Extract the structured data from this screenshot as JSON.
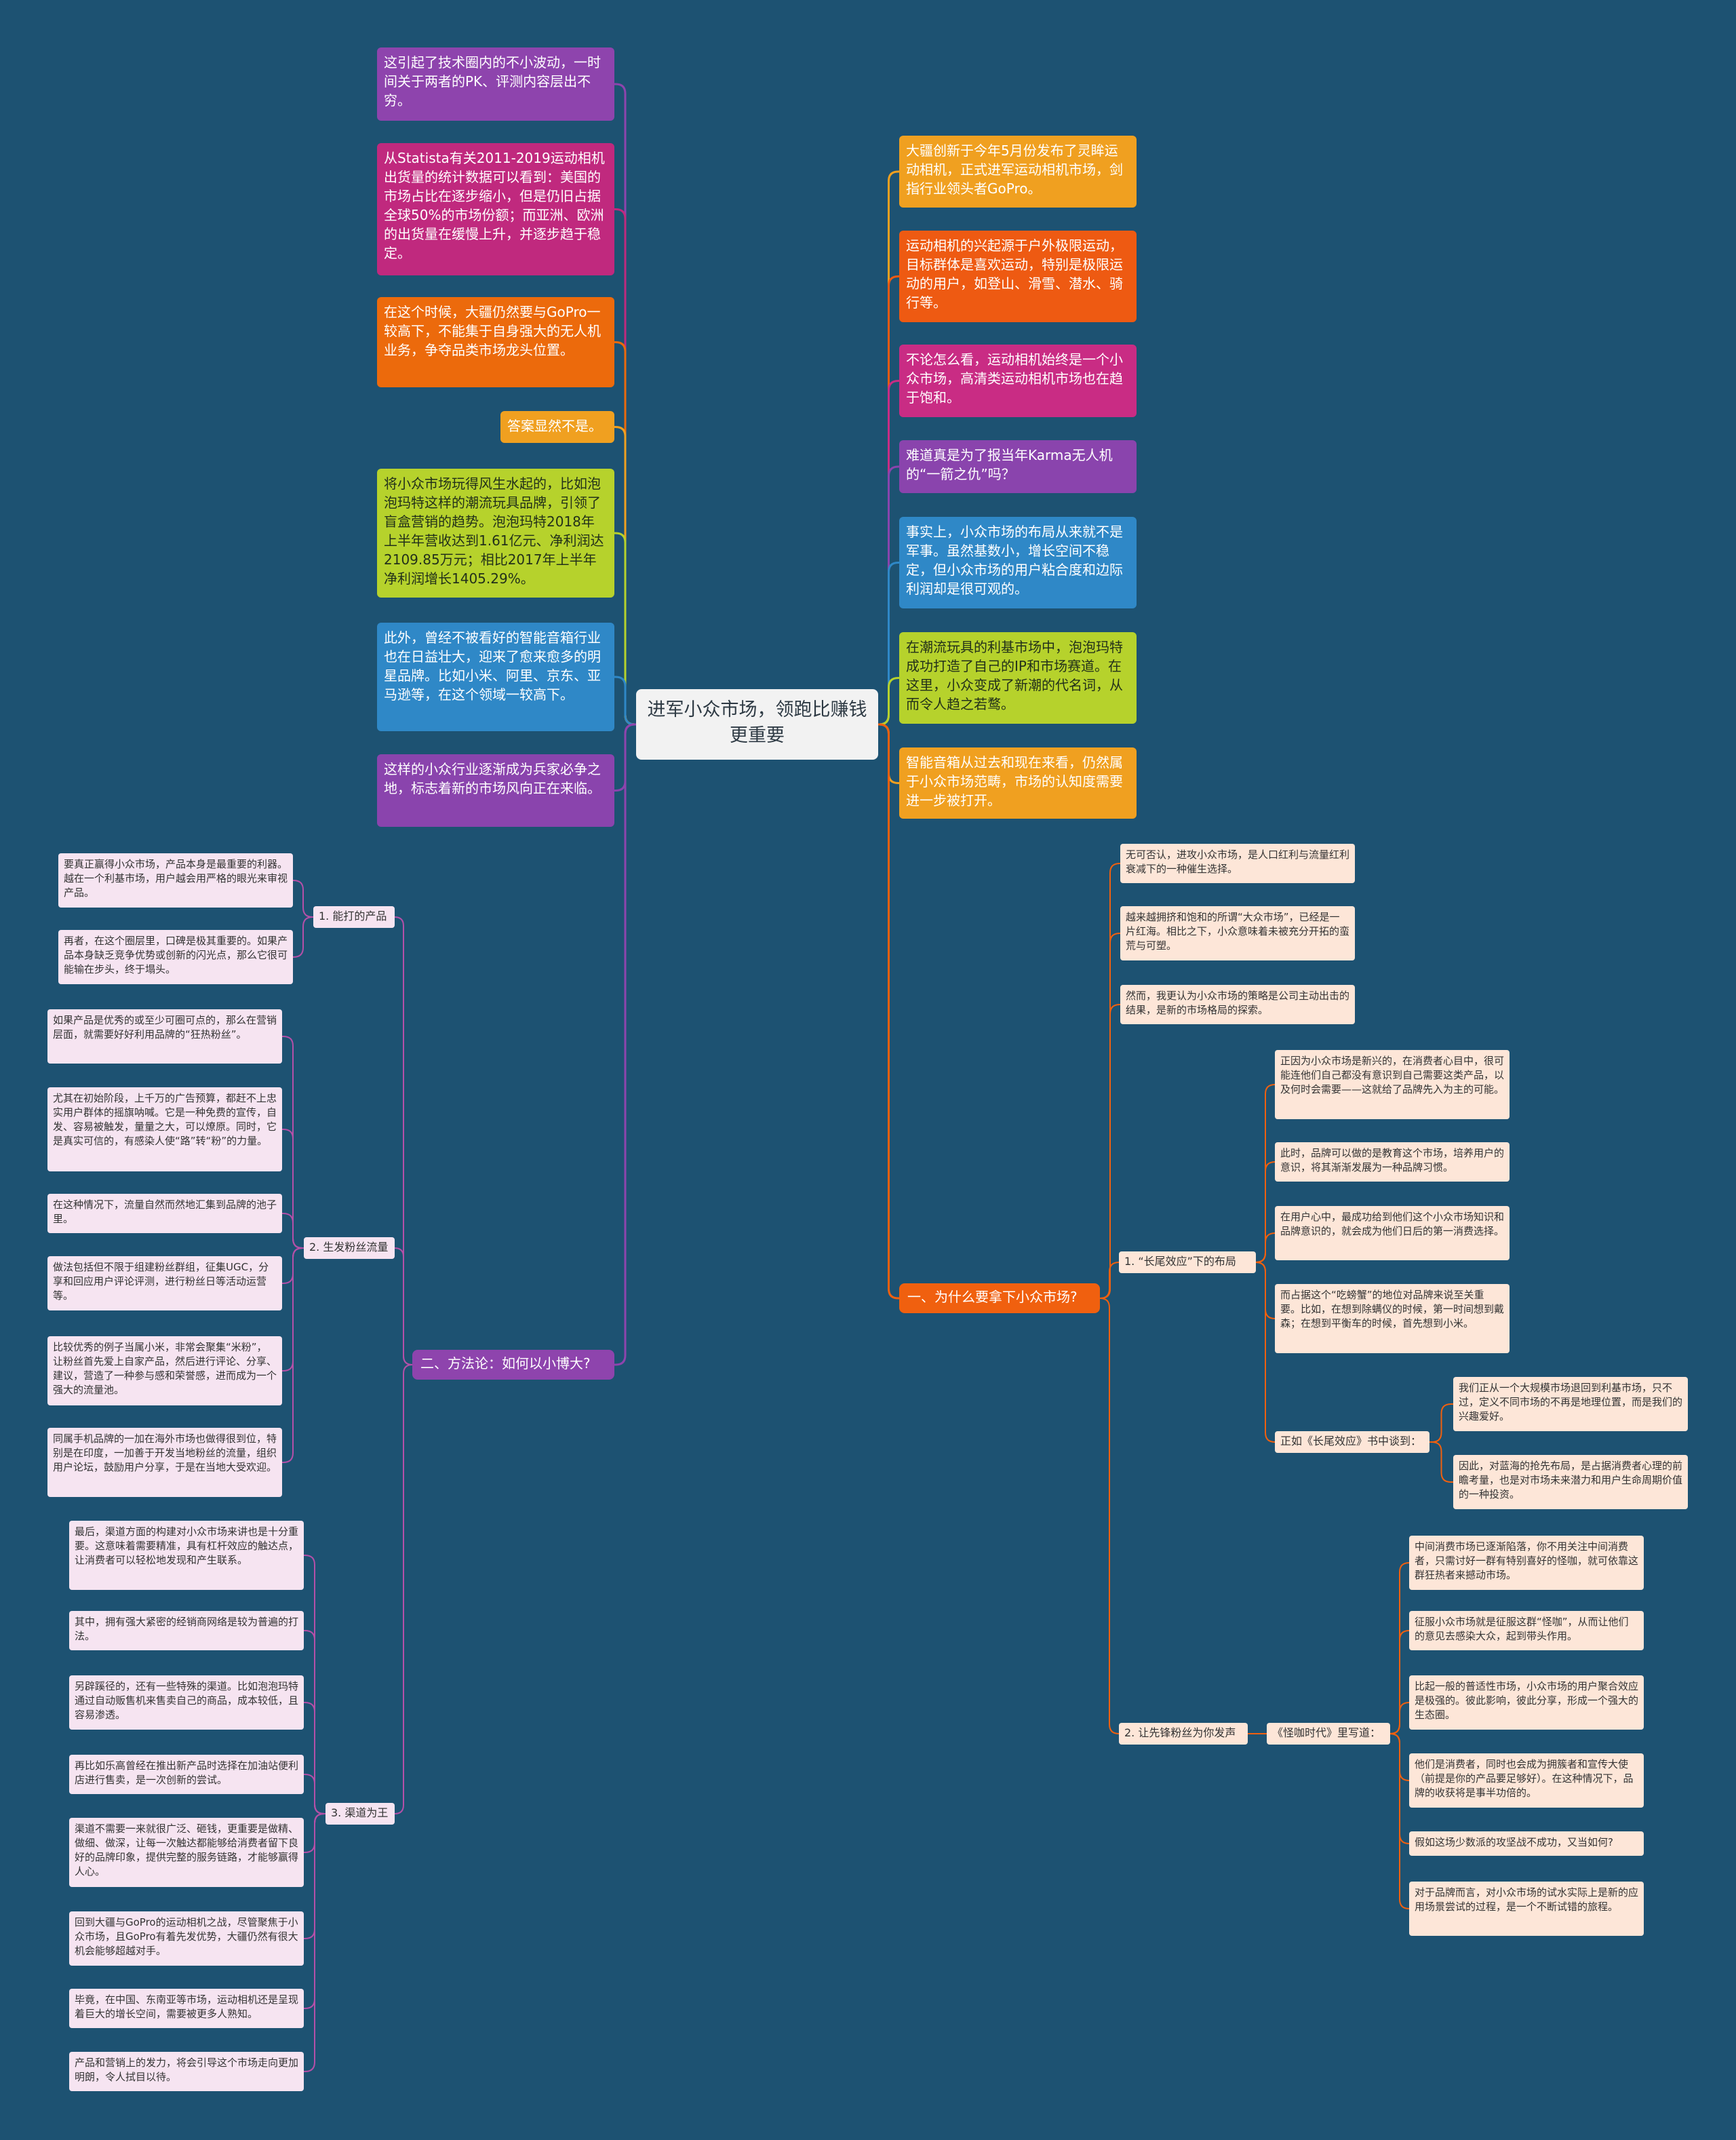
{
  "center": "进军小众市场，领跑比赚钱更重要",
  "left_top": [
    "这引起了技术圈内的不小波动，一时间关于两者的PK、评测内容层出不穷。",
    "从Statista有关2011-2019运动相机出货量的统计数据可以看到：美国的市场占比在逐步缩小，但是仍旧占据全球50%的市场份额；而亚洲、欧洲的出货量在缓慢上升，并逐步趋于稳定。",
    "在这个时候，大疆仍然要与GoPro一较高下，不能集于自身强大的无人机业务，争夺品类市场龙头位置。",
    "答案显然不是。",
    "将小众市场玩得风生水起的，比如泡泡玛特这样的潮流玩具品牌，引领了盲盒营销的趋势。泡泡玛特2018年上半年营收达到1.61亿元、净利润达2109.85万元；相比2017年上半年净利润增长1405.29%。",
    "此外，曾经不被看好的智能音箱行业也在日益壮大，迎来了愈来愈多的明星品牌。比如小米、阿里、京东、亚马逊等，在这个领域一较高下。",
    "这样的小众行业逐渐成为兵家必争之地，标志着新的市场风向正在来临。"
  ],
  "right_top": [
    "大疆创新于今年5月份发布了灵眸运动相机，正式进军运动相机市场，剑指行业领头者GoPro。",
    "运动相机的兴起源于户外极限运动，目标群体是喜欢运动，特别是极限运动的用户，如登山、滑雪、潜水、骑行等。",
    "不论怎么看，运动相机始终是一个小众市场，高清类运动相机市场也在趋于饱和。",
    "难道真是为了报当年Karma无人机的“一箭之仇”吗？",
    "事实上，小众市场的布局从来就不是军事。虽然基数小，增长空间不稳定，但小众市场的用户粘合度和边际利润却是很可观的。",
    "在潮流玩具的利基市场中，泡泡玛特成功打造了自己的IP和市场赛道。在这里，小众变成了新潮的代名词，从而令人趋之若鹜。",
    "智能音箱从过去和现在来看，仍然属于小众市场范畴，市场的认知度需要进一步被打开。"
  ],
  "section_left": {
    "title": "二、方法论：如何以小博大?",
    "groups": [
      {
        "label": "1. 能打的产品",
        "items": [
          "要真正赢得小众市场，产品本身是最重要的利器。越在一个利基市场，用户越会用严格的眼光来审视产品。",
          "再者，在这个圈层里，口碑是极其重要的。如果产品本身缺乏竞争优势或创新的闪光点，那么它很可能输在步头，终于塌头。"
        ]
      },
      {
        "label": "2. 生发粉丝流量",
        "items": [
          "如果产品是优秀的或至少可圈可点的，那么在营销层面，就需要好好利用品牌的“狂热粉丝”。",
          "尤其在初始阶段，上千万的广告预算，都赶不上忠实用户群体的摇旗呐喊。它是一种免费的宣传，自发、容易被触发，量量之大，可以燎原。同时，它是真实可信的，有感染人使“路”转“粉”的力量。",
          "在这种情况下，流量自然而然地汇集到品牌的池子里。",
          "做法包括但不限于组建粉丝群组，征集UGC，分享和回应用户评论评测，进行粉丝日等活动运营等。",
          "比较优秀的例子当属小米，非常会聚集“米粉”，让粉丝首先爱上自家产品，然后进行评论、分享、建议，营造了一种参与感和荣誉感，进而成为一个强大的流量池。",
          "同属手机品牌的一加在海外市场也做得很到位，特别是在印度，一加善于开发当地粉丝的流量，组织用户论坛，鼓励用户分享，于是在当地大受欢迎。"
        ]
      },
      {
        "label": "3. 渠道为王",
        "items": [
          "最后，渠道方面的构建对小众市场来讲也是十分重要。这意味着需要精准，具有杠杆效应的触达点，让消费者可以轻松地发现和产生联系。",
          "其中，拥有强大紧密的经销商网络是较为普遍的打法。",
          "另辟蹊径的，还有一些特殊的渠道。比如泡泡玛特通过自动贩售机来售卖自己的商品，成本较低，且容易渗透。",
          "再比如乐高曾经在推出新产品时选择在加油站便利店进行售卖，是一次创新的尝试。",
          "渠道不需要一来就很广泛、砸钱，更重要是做精、做细、做深，让每一次触达都能够给消费者留下良好的品牌印象，提供完整的服务链路，才能够赢得人心。",
          "回到大疆与GoPro的运动相机之战，尽管聚焦于小众市场，且GoPro有着先发优势，大疆仍然有很大机会能够超越对手。",
          "毕竟，在中国、东南亚等市场，运动相机还是呈现着巨大的增长空间，需要被更多人熟知。",
          "产品和营销上的发力，将会引导这个市场走向更加明朗，令人拭目以待。"
        ]
      }
    ]
  },
  "section_right": {
    "title": "一、为什么要拿下小众市场?",
    "items": [
      "无可否认，进攻小众市场，是人口红利与流量红利衰减下的一种催生选择。",
      "越来越拥挤和饱和的所谓“大众市场”，已经是一片红海。相比之下，小众意味着未被充分开拓的蛮荒与可塑。",
      "然而，我更认为小众市场的策略是公司主动出击的结果，是新的市场格局的探索。"
    ],
    "group1": {
      "label": "1. “长尾效应”下的布局",
      "items": [
        "正因为小众市场是新兴的，在消费者心目中，很可能连他们自己都没有意识到自己需要这类产品，以及何时会需要——这就给了品牌先入为主的可能。",
        "此时，品牌可以做的是教育这个市场，培养用户的意识，将其渐渐发展为一种品牌习惯。",
        "在用户心中，最成功给到他们这个小众市场知识和品牌意识的，就会成为他们日后的第一消费选择。",
        "而占据这个“吃螃蟹”的地位对品牌来说至关重要。比如，在想到除螨仪的时候，第一时间想到戴森；在想到平衡车的时候，首先想到小米。"
      ],
      "sub_label": "正如《长尾效应》书中谈到：",
      "sub_items": [
        "我们正从一个大规模市场退回到利基市场，只不过，定义不同市场的不再是地理位置，而是我们的兴趣爱好。",
        "因此，对蓝海的抢先布局，是占据消费者心理的前瞻考量，也是对市场未来潜力和用户生命周期价值的一种投资。"
      ]
    },
    "group2": {
      "label": "2. 让先锋粉丝为你发声",
      "sub_label": "《怪咖时代》里写道：",
      "items": [
        "中间消费市场已逐渐陷落，你不用关注中间消费者，只需讨好一群有特别喜好的怪咖，就可依靠这群狂热者来撼动市场。",
        "征服小众市场就是征服这群“怪咖”，从而让他们的意见去感染大众，起到带头作用。",
        "比起一般的普适性市场，小众市场的用户聚合效应是极强的。彼此影响，彼此分享，形成一个强大的生态圈。",
        "他们是消费者，同时也会成为拥簇者和宣传大使（前提是你的产品要足够好）。在这种情况下，品牌的收获将是事半功倍的。",
        "假如这场少数派的攻坚战不成功，又当如何?",
        "对于品牌而言，对小众市场的试水实际上是新的应用场景尝试的过程，是一个不断试错的旅程。"
      ]
    }
  },
  "colors": {
    "background": "#1d5272",
    "branch_purple": "#8e44ad",
    "branch_orange": "#f0600f",
    "center_bg": "#f2f2f2"
  }
}
